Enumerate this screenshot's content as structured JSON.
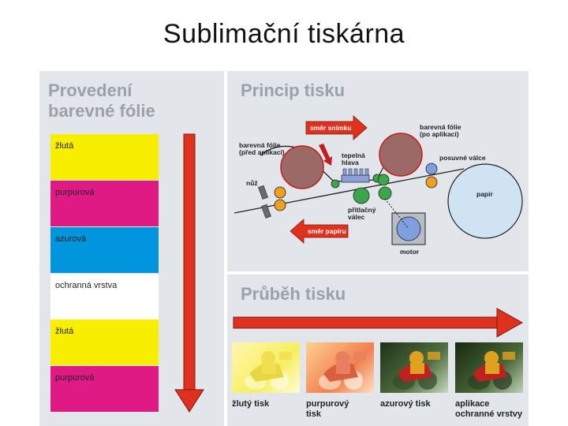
{
  "title": "Sublimační tiskárna",
  "left_panel": {
    "heading_line1": "Provedení",
    "heading_line2": "barevné fólie",
    "bands": [
      {
        "label": "žlutá",
        "color": "#f7ee00"
      },
      {
        "label": "purpurová",
        "color": "#e01a85"
      },
      {
        "label": "azurová",
        "color": "#0095dd"
      },
      {
        "label": "ochranná vrstva",
        "color": "#ffffff"
      },
      {
        "label": "žlutá",
        "color": "#f7ee00"
      },
      {
        "label": "purpurová",
        "color": "#e01a85"
      }
    ]
  },
  "principle_panel": {
    "heading": "Princip tisku",
    "labels": {
      "smer_snimku": "směr snímku",
      "barevna_folie_po": "barevná fólie\n(po aplikaci)",
      "barevna_folie_pred": "barevná fólie\n(před aplikací)",
      "tepelna_hlava": "tepelná\nhlava",
      "posuvne_valce": "posuvné válce",
      "nuz": "nůž",
      "papir": "papír",
      "pritlacny_valec": "přítlačný\nválec",
      "smer_papiru": "směr papíru",
      "motor": "motor"
    }
  },
  "process_panel": {
    "heading": "Průběh tisku",
    "steps": [
      {
        "label": "žlutý tisk",
        "stage": "yellow"
      },
      {
        "label": "purpurový\ntisk",
        "stage": "magenta"
      },
      {
        "label": "azurový tisk",
        "stage": "cyan"
      },
      {
        "label": "aplikace\nochranné vrstvy",
        "stage": "final"
      }
    ]
  },
  "colors": {
    "arrow_red": "#e0301e",
    "panel_bg": "#e2e6ea",
    "heading_gray": "#9aa1a8"
  }
}
